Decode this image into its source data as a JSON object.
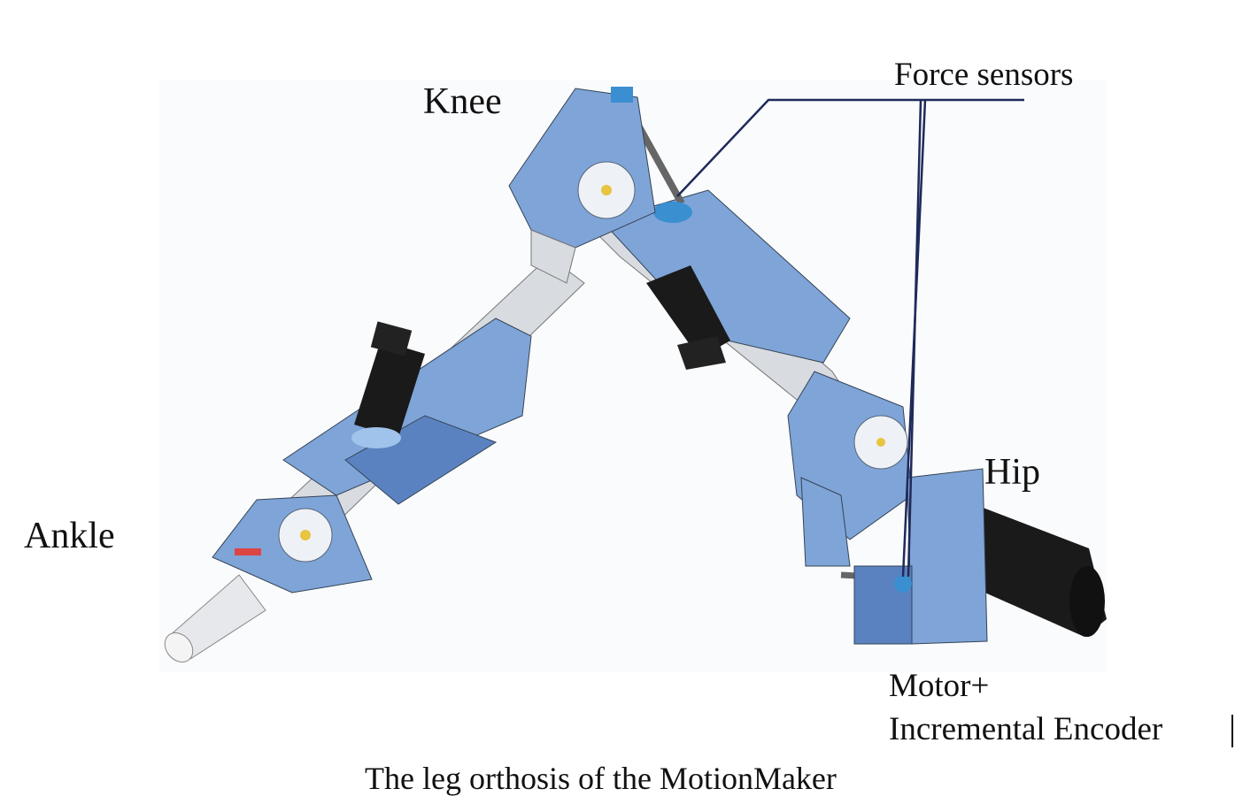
{
  "labels": {
    "knee": "Knee",
    "force_sensors": "Force sensors",
    "hip": "Hip",
    "ankle": "Ankle",
    "motor": "Motor+",
    "encoder": "Incremental Encoder"
  },
  "caption": "The leg orthosis of the MotionMaker",
  "colors": {
    "frame_blue": "#7fa4d8",
    "frame_dark_blue": "#5b82c0",
    "aluminium": "#d8dbe0",
    "motor_black": "#1a1a1a",
    "leader_line": "#1f2a5a"
  }
}
